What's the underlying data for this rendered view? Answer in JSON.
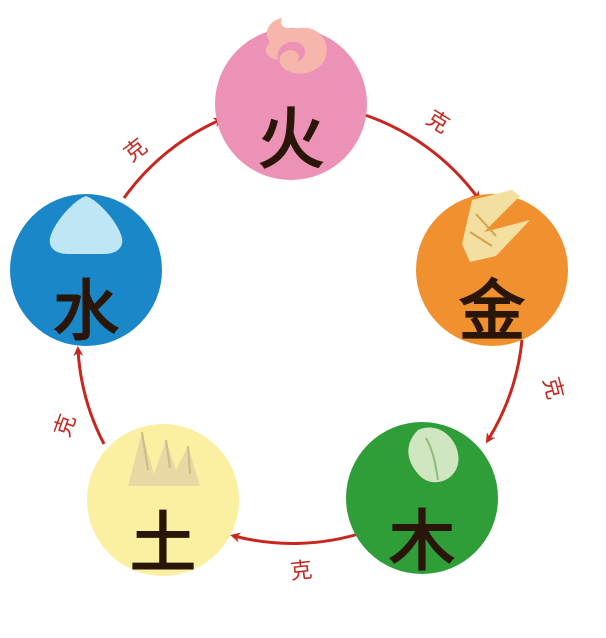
{
  "elements": {
    "fire": {
      "char": "火",
      "color": "#ec92b6",
      "icon": "flame-icon",
      "icon_color": "#f6b6ac"
    },
    "metal": {
      "char": "金",
      "color": "#f0902f",
      "icon": "ingot-icon",
      "icon_color": "#f3dfa0"
    },
    "wood": {
      "char": "木",
      "color": "#2f9d38",
      "icon": "leaf-icon",
      "icon_color": "#cfe6c0"
    },
    "earth": {
      "char": "土",
      "color": "#fbf0a2",
      "icon": "mountain-icon",
      "icon_color": "#e8d9a4"
    },
    "water": {
      "char": "水",
      "color": "#1a88c8",
      "icon": "droplet-icon",
      "icon_color": "#bfe6f4"
    }
  },
  "relation_label": "克",
  "arrow_color": "#c8271f",
  "cycle_order": [
    "fire",
    "metal",
    "wood",
    "earth",
    "water"
  ]
}
